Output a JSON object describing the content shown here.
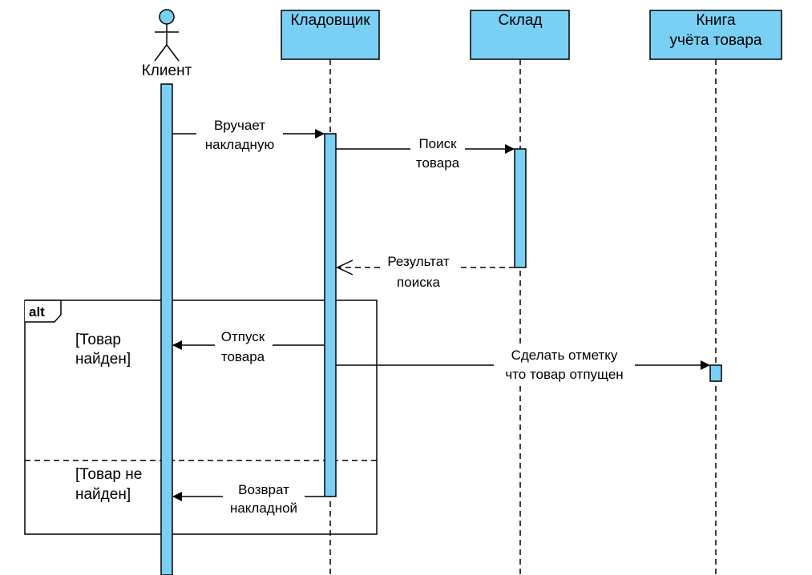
{
  "actors": {
    "client": "Клиент",
    "storekeeper": "Кладовщик",
    "warehouse": "Склад",
    "ledger": [
      "Книга",
      "учёта товара"
    ]
  },
  "messages": {
    "hand_invoice": [
      "Вручает",
      "накладную"
    ],
    "search_goods": [
      "Поиск",
      "товара"
    ],
    "search_result": [
      "Результат",
      "поиска"
    ],
    "release_goods": [
      "Отпуск",
      "товара"
    ],
    "mark_released": [
      "Сделать отметку",
      "что товар отпущен"
    ],
    "return_invoice": [
      "Возврат",
      "накладной"
    ]
  },
  "fragment": {
    "operator": "alt",
    "guard_found": [
      "[Товар",
      "найден]"
    ],
    "guard_not_found": [
      "[Товар не",
      "найден]"
    ]
  },
  "colors": {
    "fill": "#7ACFF4",
    "stroke": "#000000"
  }
}
